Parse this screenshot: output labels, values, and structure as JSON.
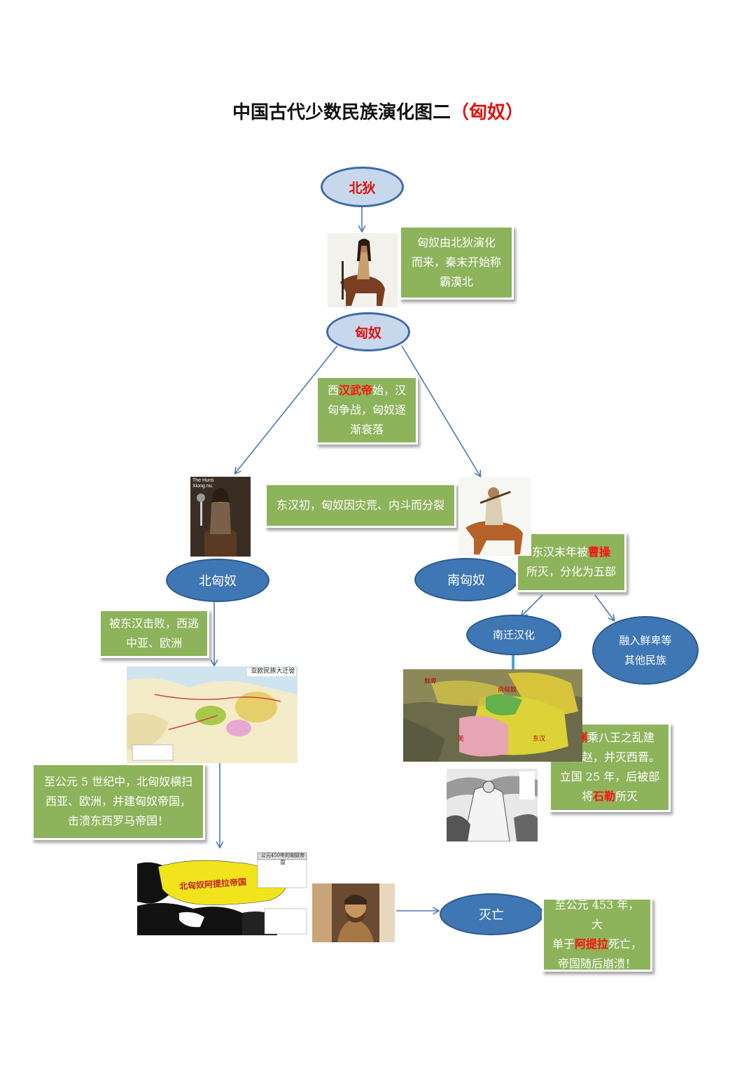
{
  "title": {
    "main": "中国古代少数民族演化图二",
    "highlight": "（匈奴）"
  },
  "nodes": {
    "beidi": "北狄",
    "xiongnu": "匈奴",
    "north": "北匈奴",
    "south": "南匈奴",
    "nanqian": "南迁汉化",
    "rongru_1": "融入鲜卑等",
    "rongru_2": "其他民族",
    "miewang": "灭亡"
  },
  "boxes": {
    "origin": [
      "匈奴由北狄演化",
      "而来，秦末开始称",
      "霸漠北"
    ],
    "wudi": {
      "pre": "西",
      "hl": "汉武帝",
      "post": "始，汉",
      "line2": "匈争战，匈奴逐",
      "line3": "渐衰落"
    },
    "split": "东汉初，匈奴因灾荒、内斗而分裂",
    "caocao": {
      "pre": "东汉末年被",
      "hl": "曹操",
      "line2": "所灭，分化为五部"
    },
    "west": [
      "被东汉击败，西逃",
      "中亚、欧洲"
    ],
    "fifth": [
      "至公元 5 世纪中，北匈奴横扫",
      "西亚、欧洲，并建匈奴帝国，",
      "击溃东西罗马帝国！"
    ],
    "liuyuan": {
      "hl1": "刘渊",
      "post1": "乘八王之乱建",
      "line2": "立汉赵，并灭西晋。",
      "line3": "立国 25 年，后被部",
      "pre4": "将",
      "hl4": "石勒",
      "post4": "所灭"
    },
    "attila": {
      "line1": "至公元 453 年，大",
      "pre2": "单于",
      "hl2": "阿提拉",
      "post2": "死亡，",
      "line3": "帝国随后崩溃！"
    }
  },
  "images": {
    "huns_label": "The Huns Xiong nu.",
    "map1_title": "亚欧民族大迁徙",
    "map2_title": "公元450年的匈奴帝国",
    "map2_label": "北匈奴阿提拉帝国",
    "map3_label1": "南匈奴",
    "map3_label2": "鲜卑",
    "map3_label3": "东汉",
    "map3_label4": "羌"
  },
  "colors": {
    "box": "#8db35b",
    "ellipse_dark": "#3f76b4",
    "ellipse_light": "#c7d8ec",
    "highlight": "#ff1010",
    "arrow": "#4a7ab5"
  }
}
